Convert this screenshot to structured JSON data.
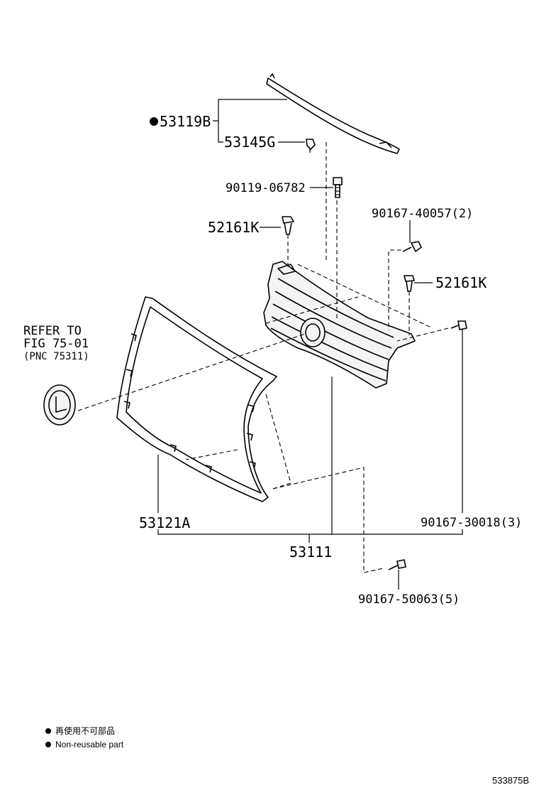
{
  "diagram": {
    "parts": {
      "p53119B": "53119B",
      "p53145G": "53145G",
      "p90119": "90119-06782",
      "p52161K_left": "52161K",
      "p90167_40057": "90167-40057(2)",
      "p52161K_right": "52161K",
      "p53121A": "53121A",
      "p53111": "53111",
      "p90167_30018": "90167-30018(3)",
      "p90167_50063": "90167-50063(5)"
    },
    "reference": {
      "line1": "REFER TO",
      "line2": "FIG 75-01",
      "line3": "(PNC 75311)"
    },
    "legend": {
      "jp": "再使用不可部品",
      "en": "Non-reusable part"
    },
    "figure_id": "533875B"
  }
}
